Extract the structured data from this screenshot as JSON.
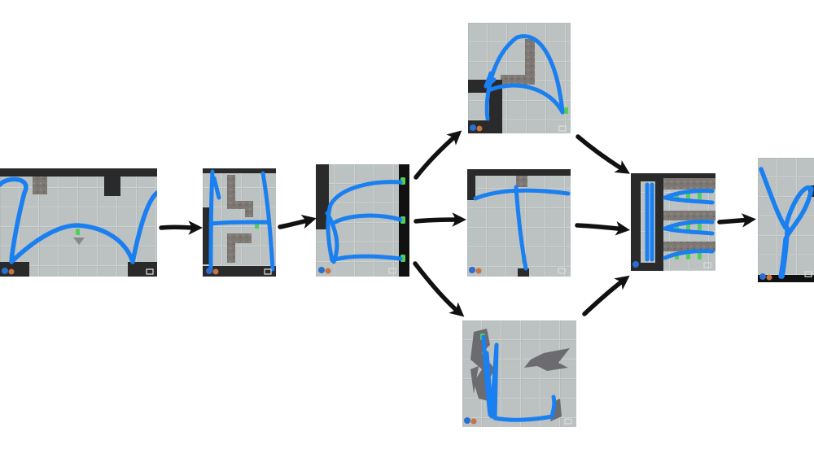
{
  "diagram": {
    "type": "level-progression-flowchart",
    "colors": {
      "path": "#1a7ff0",
      "arrow": "#111111",
      "floor": "#bcc1c1",
      "tile_line": "#d6dada",
      "wall": "#2a2a2a",
      "rock": "#7a7570",
      "shard": "#6b6b70",
      "crystal": "#4fcf5a",
      "goal": "#888888"
    },
    "levels": [
      {
        "id": "level-1",
        "glyph": "W",
        "icons": [
          "blue-character-icon",
          "orange-character-icon",
          "hand-icon"
        ]
      },
      {
        "id": "level-2",
        "glyph": "H",
        "icons": [
          "blue-character-icon",
          "orange-character-icon",
          "hand-icon"
        ]
      },
      {
        "id": "level-3",
        "glyph": "E",
        "icons": [
          "blue-character-icon",
          "orange-character-icon",
          "hand-icon"
        ]
      },
      {
        "id": "level-4a",
        "glyph": "A",
        "icons": [
          "blue-character-icon",
          "orange-character-icon",
          "hand-icon"
        ]
      },
      {
        "id": "level-4b",
        "glyph": "T",
        "icons": [
          "blue-character-icon",
          "orange-character-icon",
          "hand-icon"
        ]
      },
      {
        "id": "level-4c",
        "glyph": "L",
        "icons": [
          "blue-character-icon",
          "orange-character-icon",
          "hand-icon"
        ]
      },
      {
        "id": "level-5",
        "glyph": "E",
        "icons": [
          "blue-character-icon",
          "orange-character-icon",
          "hand-icon"
        ]
      },
      {
        "id": "level-6",
        "glyph": "Y",
        "icons": [
          "blue-character-icon",
          "orange-character-icon",
          "hand-icon"
        ]
      }
    ],
    "edges": [
      [
        "level-1",
        "level-2"
      ],
      [
        "level-2",
        "level-3"
      ],
      [
        "level-3",
        "level-4a"
      ],
      [
        "level-3",
        "level-4b"
      ],
      [
        "level-3",
        "level-4c"
      ],
      [
        "level-4a",
        "level-5"
      ],
      [
        "level-4b",
        "level-5"
      ],
      [
        "level-4c",
        "level-5"
      ],
      [
        "level-5",
        "level-6"
      ]
    ]
  }
}
